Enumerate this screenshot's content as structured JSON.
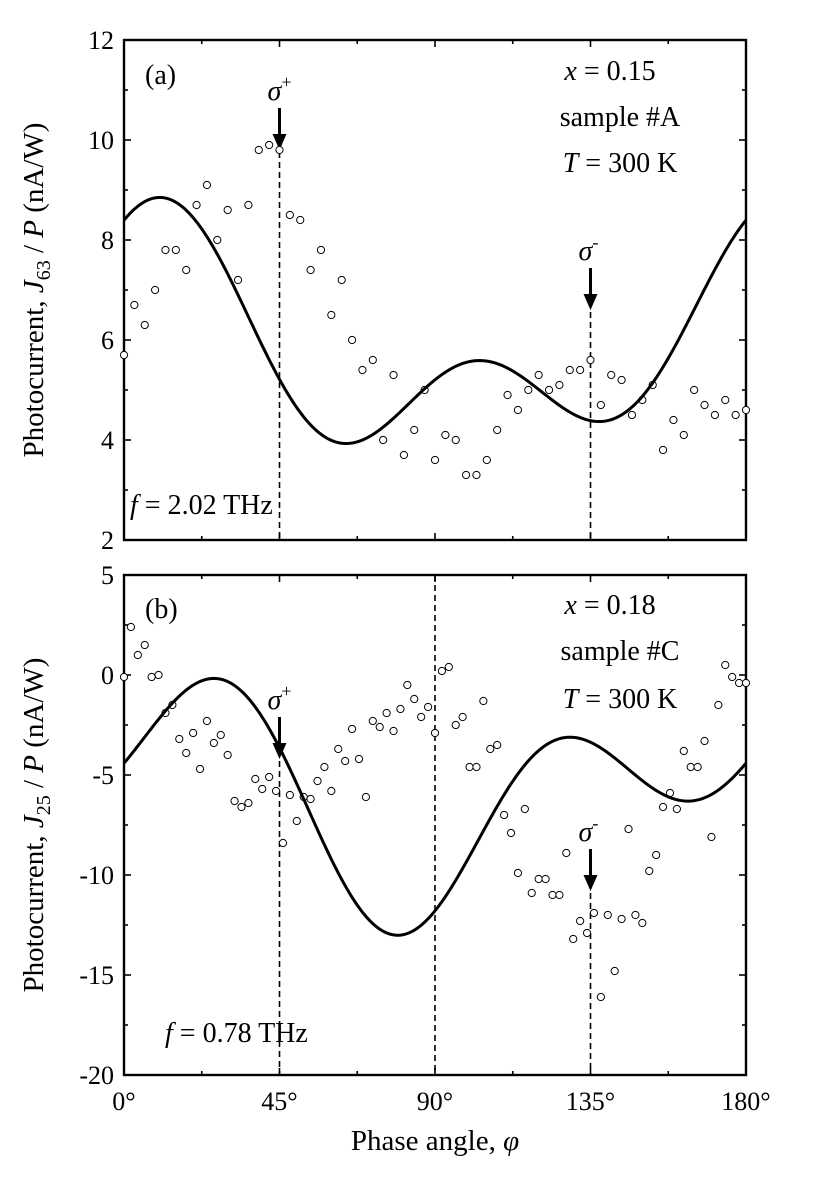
{
  "chart_data": [
    {
      "panel_label": "(a)",
      "type": "scatter",
      "annotations": [
        "x = 0.15",
        "sample #A",
        "T = 300 K"
      ],
      "frequency": "f = 2.02 THz",
      "ylabel": "Photocurrent, J63 / P (nA/W)",
      "ylabel_parts": {
        "main": "Photocurrent, ",
        "var": "J",
        "sub": "63",
        "mid": " / ",
        "var2": "P",
        "unit": " (nA/W)"
      },
      "ylim": [
        2,
        12
      ],
      "yticks": [
        2,
        4,
        6,
        8,
        10,
        12
      ],
      "xlim": [
        0,
        180
      ],
      "markers": [
        {
          "label": "σ",
          "sup": "+",
          "x": 45,
          "y_arrow": 9.8
        },
        {
          "label": "σ",
          "sup": "-",
          "x": 135,
          "y_arrow": 6.6
        }
      ],
      "vlines": [
        45,
        135
      ],
      "points": [
        [
          0,
          5.7
        ],
        [
          3,
          6.7
        ],
        [
          6,
          6.3
        ],
        [
          9,
          7.0
        ],
        [
          12,
          7.8
        ],
        [
          15,
          7.8
        ],
        [
          18,
          7.4
        ],
        [
          21,
          8.7
        ],
        [
          24,
          9.1
        ],
        [
          27,
          8.0
        ],
        [
          30,
          8.6
        ],
        [
          33,
          7.2
        ],
        [
          36,
          8.7
        ],
        [
          39,
          9.8
        ],
        [
          42,
          9.9
        ],
        [
          45,
          9.8
        ],
        [
          48,
          8.5
        ],
        [
          51,
          8.4
        ],
        [
          54,
          7.4
        ],
        [
          57,
          7.8
        ],
        [
          60,
          6.5
        ],
        [
          63,
          7.2
        ],
        [
          66,
          6.0
        ],
        [
          69,
          5.4
        ],
        [
          72,
          5.6
        ],
        [
          75,
          4.0
        ],
        [
          78,
          5.3
        ],
        [
          81,
          3.7
        ],
        [
          84,
          4.2
        ],
        [
          87,
          5.0
        ],
        [
          90,
          3.6
        ],
        [
          93,
          4.1
        ],
        [
          96,
          4.0
        ],
        [
          99,
          3.3
        ],
        [
          102,
          3.3
        ],
        [
          105,
          3.6
        ],
        [
          108,
          4.2
        ],
        [
          111,
          4.9
        ],
        [
          114,
          4.6
        ],
        [
          117,
          5.0
        ],
        [
          120,
          5.3
        ],
        [
          123,
          5.0
        ],
        [
          126,
          5.1
        ],
        [
          129,
          5.4
        ],
        [
          132,
          5.4
        ],
        [
          135,
          5.6
        ],
        [
          138,
          4.7
        ],
        [
          141,
          5.3
        ],
        [
          144,
          5.2
        ],
        [
          147,
          4.5
        ],
        [
          150,
          4.8
        ],
        [
          153,
          5.1
        ],
        [
          156,
          3.8
        ],
        [
          159,
          4.4
        ],
        [
          162,
          4.1
        ],
        [
          165,
          5.0
        ],
        [
          168,
          4.7
        ],
        [
          171,
          4.5
        ],
        [
          174,
          4.8
        ],
        [
          177,
          4.5
        ],
        [
          180,
          4.6
        ]
      ],
      "fit": {
        "offset": 5.8,
        "terms": [
          [
            1.0,
            4,
            0
          ],
          [
            1.6,
            2,
            1.5
          ],
          [
            1.0,
            4,
            1.57
          ],
          [
            0.3,
            2,
            0
          ]
        ]
      }
    },
    {
      "panel_label": "(b)",
      "type": "scatter",
      "annotations": [
        "x = 0.18",
        "sample #C",
        "T = 300 K"
      ],
      "frequency": "f = 0.78 THz",
      "ylabel": "Photocurrent, J25 / P (nA/W)",
      "ylabel_parts": {
        "main": "Photocurrent, ",
        "var": "J",
        "sub": "25",
        "mid": " / ",
        "var2": "P",
        "unit": " (nA/W)"
      },
      "ylim": [
        -20,
        5
      ],
      "yticks": [
        -20,
        -15,
        -10,
        -5,
        0,
        5
      ],
      "xlim": [
        0,
        180
      ],
      "markers": [
        {
          "label": "σ",
          "sup": "+",
          "x": 45,
          "y_arrow": -4.2
        },
        {
          "label": "σ",
          "sup": "-",
          "x": 135,
          "y_arrow": -10.8
        }
      ],
      "vlines": [
        45,
        90,
        135
      ],
      "points": [
        [
          0,
          -0.1
        ],
        [
          2,
          2.4
        ],
        [
          4,
          1.0
        ],
        [
          6,
          1.5
        ],
        [
          8,
          -0.1
        ],
        [
          10,
          0.0
        ],
        [
          12,
          -1.9
        ],
        [
          14,
          -1.5
        ],
        [
          16,
          -3.2
        ],
        [
          18,
          -3.9
        ],
        [
          20,
          -2.9
        ],
        [
          22,
          -4.7
        ],
        [
          24,
          -2.3
        ],
        [
          26,
          -3.4
        ],
        [
          28,
          -3.0
        ],
        [
          30,
          -4.0
        ],
        [
          32,
          -6.3
        ],
        [
          34,
          -6.6
        ],
        [
          36,
          -6.4
        ],
        [
          38,
          -5.2
        ],
        [
          40,
          -5.7
        ],
        [
          42,
          -5.1
        ],
        [
          44,
          -5.8
        ],
        [
          46,
          -8.4
        ],
        [
          48,
          -6.0
        ],
        [
          50,
          -7.3
        ],
        [
          52,
          -6.1
        ],
        [
          54,
          -6.2
        ],
        [
          56,
          -5.3
        ],
        [
          58,
          -4.6
        ],
        [
          60,
          -5.8
        ],
        [
          62,
          -3.7
        ],
        [
          64,
          -4.3
        ],
        [
          66,
          -2.7
        ],
        [
          68,
          -4.2
        ],
        [
          70,
          -6.1
        ],
        [
          72,
          -2.3
        ],
        [
          74,
          -2.6
        ],
        [
          76,
          -1.9
        ],
        [
          78,
          -2.8
        ],
        [
          80,
          -1.7
        ],
        [
          82,
          -0.5
        ],
        [
          84,
          -1.2
        ],
        [
          86,
          -2.1
        ],
        [
          88,
          -1.6
        ],
        [
          90,
          -2.9
        ],
        [
          92,
          0.2
        ],
        [
          94,
          0.4
        ],
        [
          96,
          -2.5
        ],
        [
          98,
          -2.1
        ],
        [
          100,
          -4.6
        ],
        [
          102,
          -4.6
        ],
        [
          104,
          -1.3
        ],
        [
          106,
          -3.7
        ],
        [
          108,
          -3.5
        ],
        [
          110,
          -7.0
        ],
        [
          112,
          -7.9
        ],
        [
          114,
          -9.9
        ],
        [
          116,
          -6.7
        ],
        [
          118,
          -10.9
        ],
        [
          120,
          -10.2
        ],
        [
          122,
          -10.2
        ],
        [
          124,
          -11.0
        ],
        [
          126,
          -11.0
        ],
        [
          128,
          -8.9
        ],
        [
          130,
          -13.2
        ],
        [
          132,
          -12.3
        ],
        [
          134,
          -12.9
        ],
        [
          136,
          -11.9
        ],
        [
          138,
          -16.1
        ],
        [
          140,
          -12.0
        ],
        [
          142,
          -14.8
        ],
        [
          144,
          -12.2
        ],
        [
          146,
          -7.7
        ],
        [
          148,
          -12.0
        ],
        [
          150,
          -12.4
        ],
        [
          152,
          -9.8
        ],
        [
          154,
          -9.0
        ],
        [
          156,
          -6.6
        ],
        [
          158,
          -5.9
        ],
        [
          160,
          -6.7
        ],
        [
          162,
          -3.8
        ],
        [
          164,
          -4.6
        ],
        [
          166,
          -4.6
        ],
        [
          168,
          -3.3
        ],
        [
          170,
          -8.1
        ],
        [
          172,
          -1.5
        ],
        [
          174,
          0.5
        ],
        [
          176,
          -0.1
        ],
        [
          178,
          -0.4
        ],
        [
          180,
          -0.4
        ]
      ],
      "fit": {
        "offset": -5.8,
        "terms": [
          [
            3.0,
            4,
            0
          ],
          [
            3.7,
            2,
            1.5
          ],
          [
            -2.3,
            4,
            1.57
          ],
          [
            -0.4,
            2,
            0
          ]
        ]
      }
    }
  ],
  "xaxis": {
    "ticks": [
      {
        "value": 0,
        "label": "0°"
      },
      {
        "value": 45,
        "label": "45°"
      },
      {
        "value": 90,
        "label": "90°"
      },
      {
        "value": 135,
        "label": "135°"
      },
      {
        "value": 180,
        "label": "180°"
      }
    ],
    "label_main": "Phase angle, ",
    "label_var": "φ"
  }
}
